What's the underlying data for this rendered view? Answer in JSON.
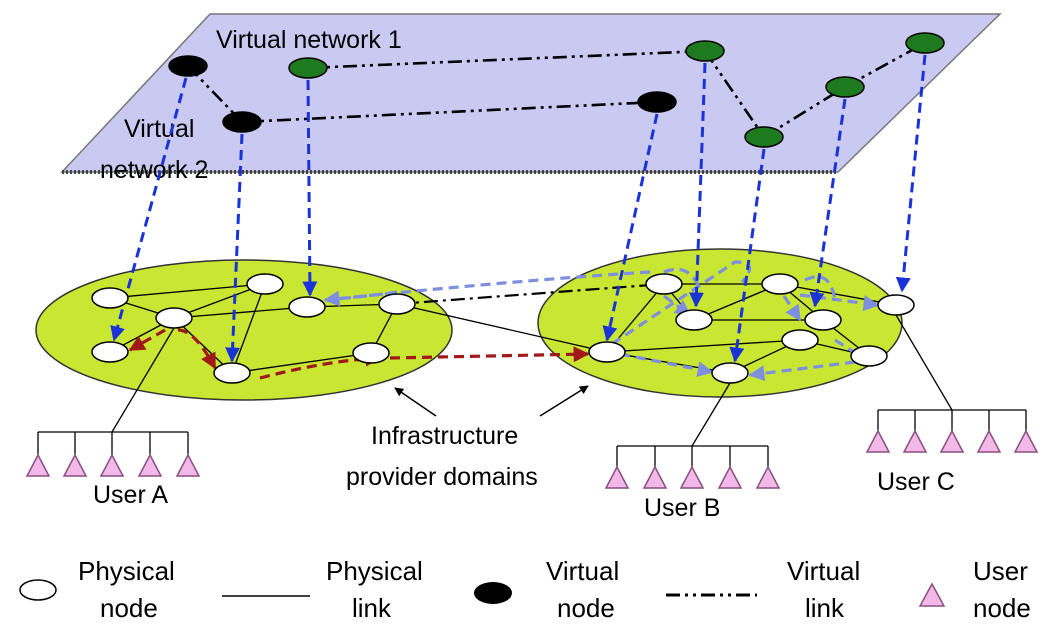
{
  "labels": {
    "virtual_network_1": "Virtual network 1",
    "virtual_network_2_line1": "Virtual",
    "virtual_network_2_line2": "network 2",
    "infra_line1": "Infrastructure",
    "infra_line2": "provider domains",
    "user_a": "User A",
    "user_b": "User B",
    "user_c": "User C"
  },
  "legend": {
    "physical_node": [
      "Physical",
      "node"
    ],
    "physical_link": [
      "Physical",
      "link"
    ],
    "virtual_node": [
      "Virtual",
      "node"
    ],
    "virtual_link": [
      "Virtual",
      "link"
    ],
    "user_node": [
      "User",
      "node"
    ]
  },
  "colors": {
    "plane_fill": "#c9c9f2",
    "domain_fill": "#c8e632",
    "virtual_net1_node": "#1e7a1e",
    "virtual_net2_node": "#000000",
    "mapping_arrow": "#1a33d9",
    "path_net1": "#7f8fe0",
    "path_net2": "#a01818",
    "user_node_fill": "#f2b8e8",
    "user_node_stroke": "#8a4f80"
  }
}
